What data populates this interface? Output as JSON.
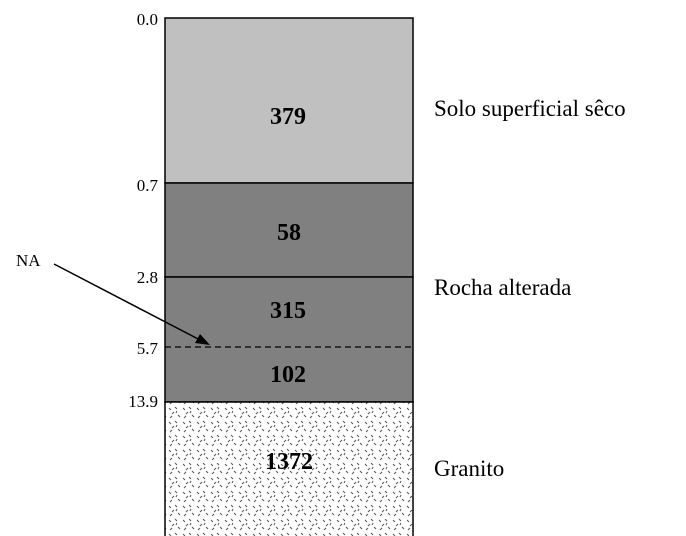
{
  "layers": [
    {
      "top": "0.0",
      "value": "379",
      "fill": "#c0c0c0"
    },
    {
      "top": "0.7",
      "value": "58",
      "fill": "#808080"
    },
    {
      "top": "2.8",
      "value": "315",
      "fill": "#808080"
    },
    {
      "top": "5.7",
      "value": "102",
      "fill": "#808080"
    },
    {
      "top": "13.9",
      "value": "1372",
      "fill": "#ffffff",
      "pattern": "dotted-granite"
    }
  ],
  "units": [
    {
      "name": "Solo superficial sêco"
    },
    {
      "name": "Rocha alterada"
    },
    {
      "name": "Granito"
    }
  ],
  "water_table": {
    "label": "NA",
    "depth": "5.7",
    "line_style": "dashed"
  },
  "colors": {
    "stroke": "#000000",
    "light_gray": "#c0c0c0",
    "dark_gray": "#808080"
  }
}
